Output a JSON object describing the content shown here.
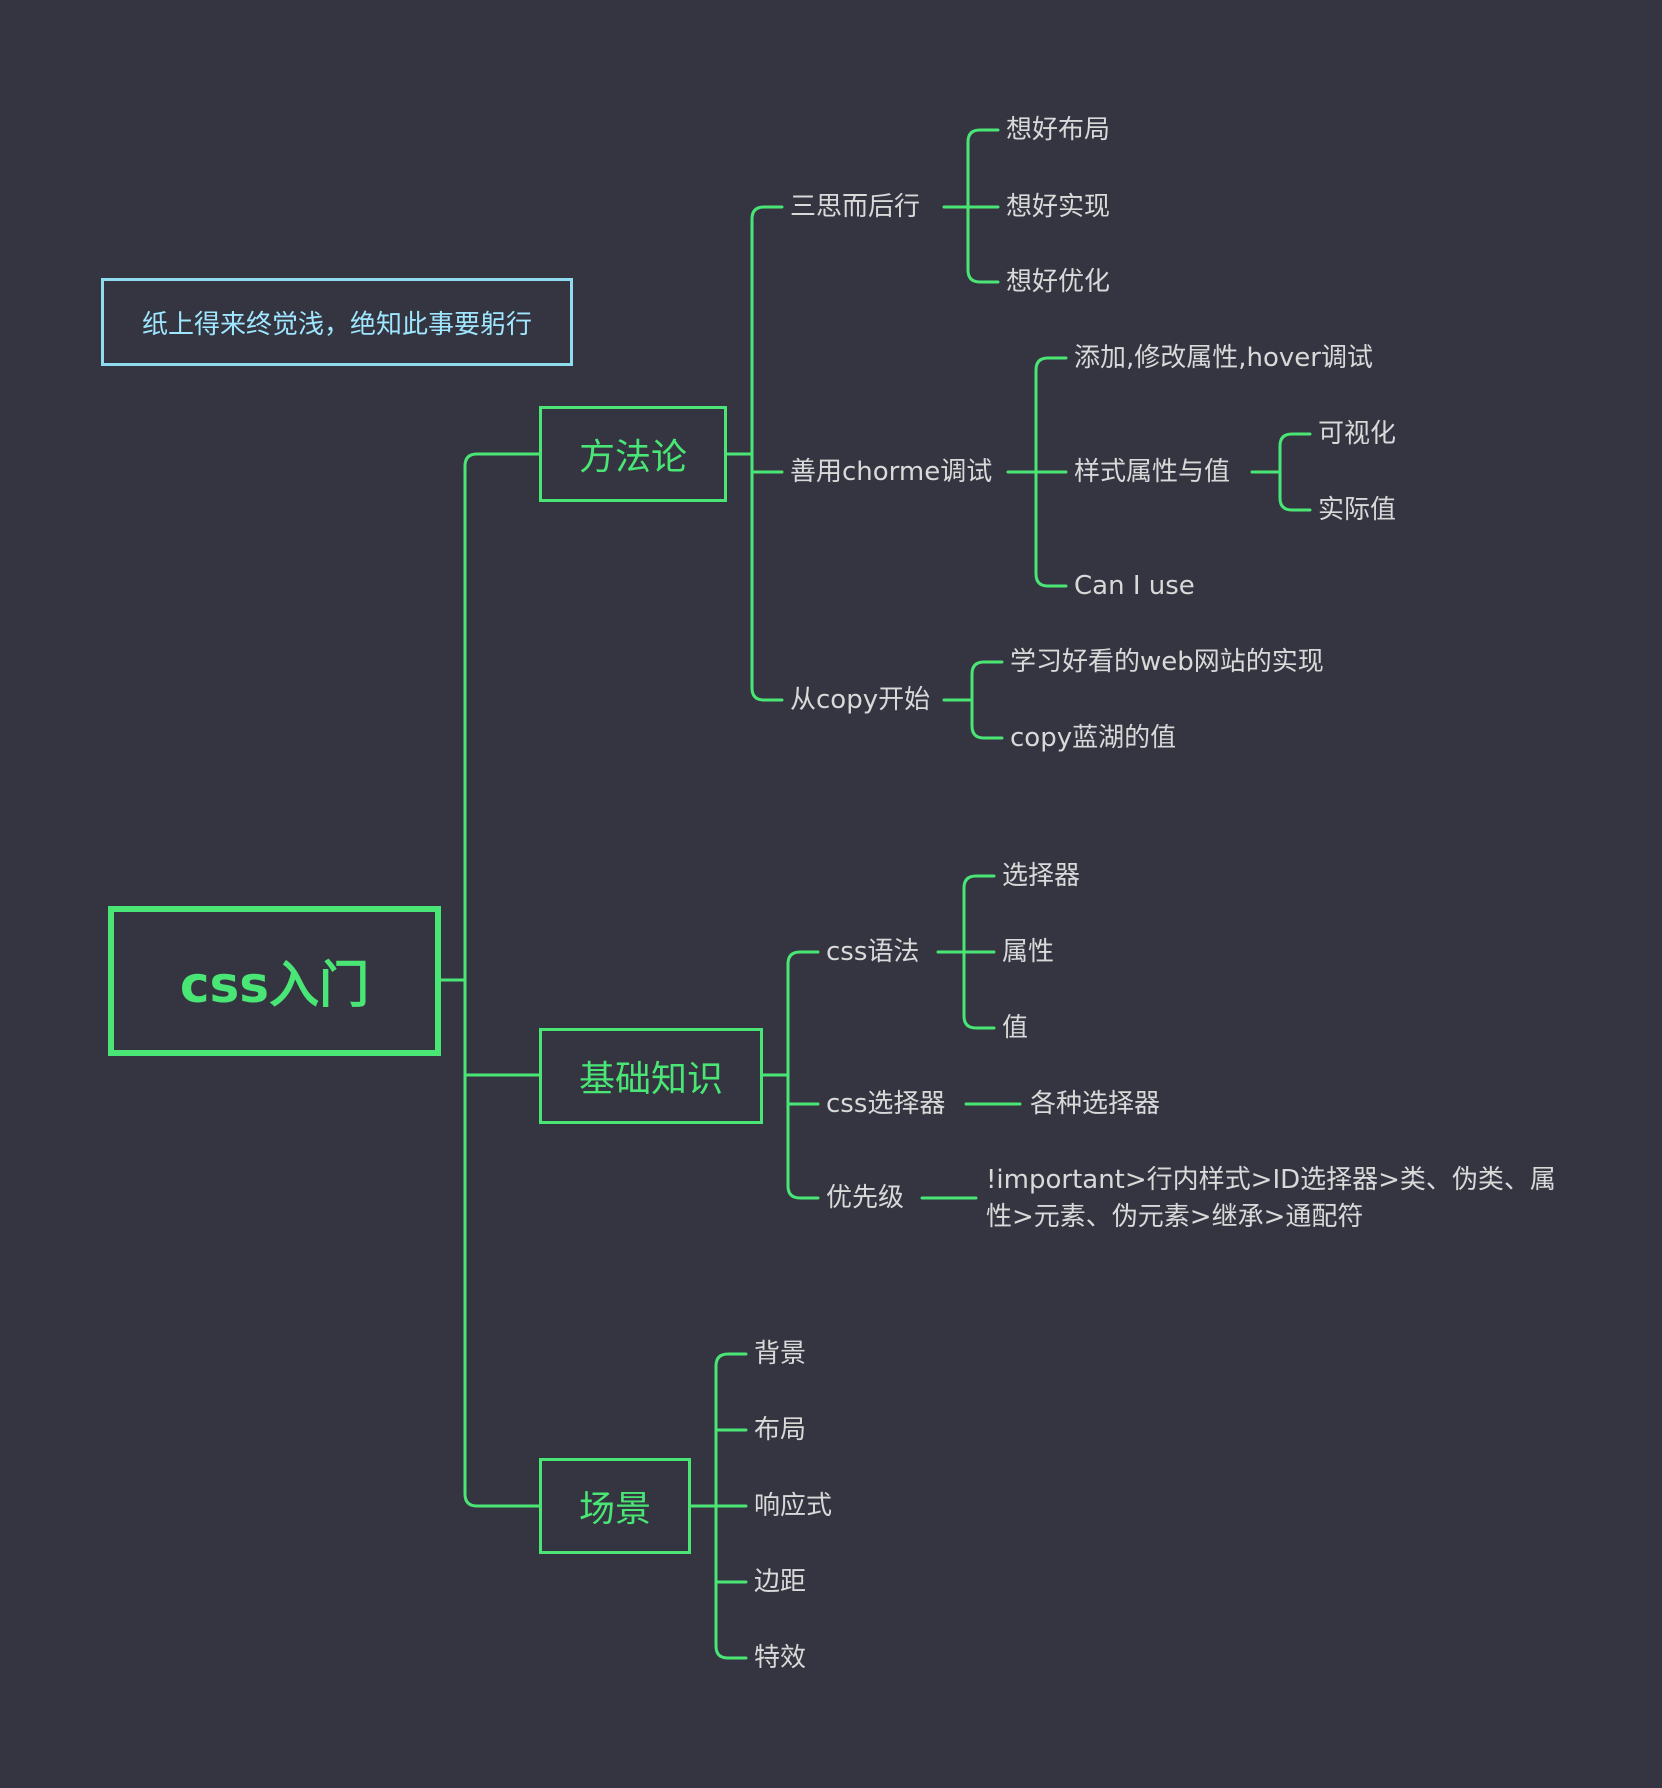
{
  "colors": {
    "background": "#343541",
    "line": "#4ae675",
    "text": "#d9d9d9",
    "quote_border": "#8fdcf0",
    "quote_text": "#9fe6ff"
  },
  "quote": "纸上得来终觉浅，绝知此事要躬行",
  "root": "css入门",
  "branches": {
    "method": {
      "label": "方法论",
      "think": {
        "label": "三思而后行",
        "children": [
          "想好布局",
          "想好实现",
          "想好优化"
        ]
      },
      "chrome": {
        "label": "善用chorme调试",
        "edit": "添加,修改属性,hover调试",
        "style": {
          "label": "样式属性与值",
          "children": [
            "可视化",
            "实际值"
          ]
        },
        "caniuse": "Can I use"
      },
      "copy": {
        "label": "从copy开始",
        "children": [
          "学习好看的web网站的实现",
          "copy蓝湖的值"
        ]
      }
    },
    "basics": {
      "label": "基础知识",
      "syntax": {
        "label": "css语法",
        "children": [
          "选择器",
          "属性",
          "值"
        ]
      },
      "selector": {
        "label": "css选择器",
        "child": "各种选择器"
      },
      "priority": {
        "label": "优先级",
        "child": "!important>行内样式>ID选择器>类、伪类、属性>元素、伪元素>继承>通配符"
      }
    },
    "scenes": {
      "label": "场景",
      "children": [
        "背景",
        "布局",
        "响应式",
        "边距",
        "特效"
      ]
    }
  }
}
